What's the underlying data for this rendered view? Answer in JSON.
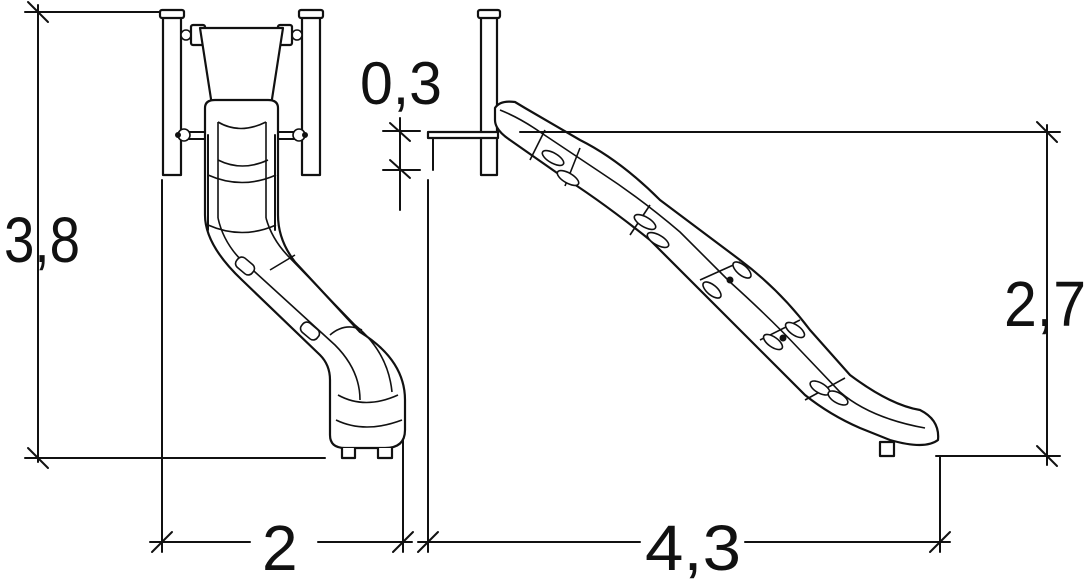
{
  "dimensions": {
    "height_total": "3,8",
    "width_front": "2",
    "platform_offset": "0,3",
    "height_side": "2,7",
    "length_side": "4,3"
  },
  "colors": {
    "line": "#111111",
    "background": "#ffffff"
  }
}
